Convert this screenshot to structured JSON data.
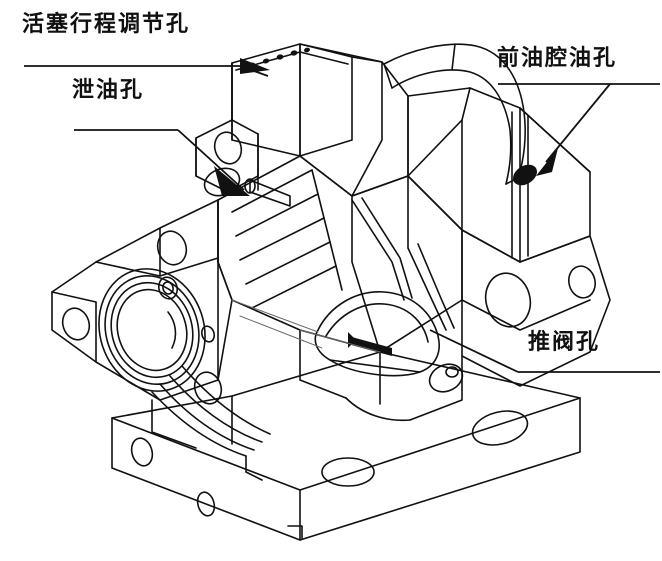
{
  "figure": {
    "kind": "engineering-line-drawing",
    "subject": "hydraulic valve / pump body casting, isometric view",
    "background_color": "#ffffff",
    "line_color": "#111111",
    "fill_color": "#000000"
  },
  "callouts": [
    {
      "id": "piston-stroke-adjust-hole",
      "text": "活塞行程调节孔",
      "leader": "horizontal underline ending in a right-pointing solid arrowhead aimed at the small holes on the top block edge"
    },
    {
      "id": "drain-oil-hole",
      "text": "泄油孔",
      "leader": "underline then diagonal line down-right to a solid arrowhead at the recessed hole on the upper-left boss"
    },
    {
      "id": "front-oil-chamber-hole",
      "text": "前油腔油孔",
      "leader": "underline then diagonal line down-left to a solid arrowhead at the filled black oval port on the right body"
    },
    {
      "id": "push-valve-hole",
      "text": "推阀孔",
      "leader": "underline then diagonal line up-left to a solid arrowhead pointing left into the central cavity"
    }
  ],
  "features": {
    "top_block_holes_count": 5,
    "left_flange_bore": "large circular bore with concentric rings",
    "left_flange_bolt_holes": 4,
    "base_plate_mounting_holes": 3,
    "right_port": "solid black oval oil port"
  }
}
